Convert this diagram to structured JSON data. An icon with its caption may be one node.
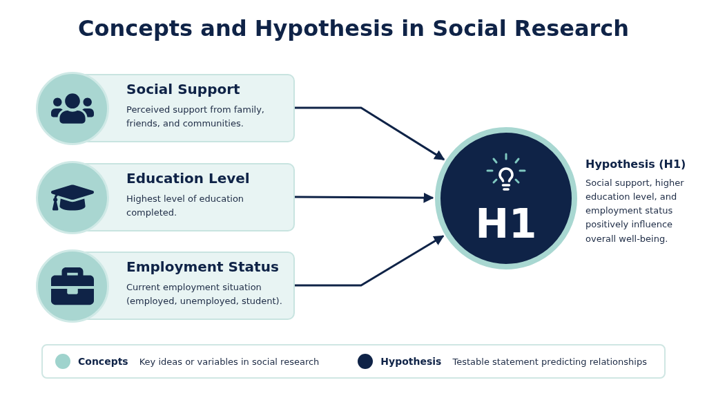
{
  "diagram": {
    "title": "Concepts and Hypothesis in Social Research",
    "nodes": [
      {
        "text": [
          "Social Support",
          "Perceived support from family, friends, and communities."
        ]
      },
      {
        "text": [
          "Education Level",
          "Highest level of education completed."
        ]
      },
      {
        "text": [
          "Employment Status",
          "Current employment situation (employed, unemployed, student)."
        ]
      },
      {
        "text": [
          "H1"
        ],
        "beside": [
          "Hypothesis (H1)",
          "Social support, higher education level, and employment status positively influence overall well-being."
        ]
      }
    ],
    "edges": [
      {
        "from": 0,
        "to": 3,
        "arrow": "to"
      },
      {
        "from": 1,
        "to": 3,
        "arrow": "to"
      },
      {
        "from": 2,
        "to": 3,
        "arrow": "to"
      }
    ],
    "labels": [
      "Key ideas or variables in social research",
      "Testable statement predicting relationships"
    ],
    "legend": [
      {
        "text": "Concepts",
        "color": "#9fd3cd"
      },
      {
        "text": "Hypothesis",
        "color": "#0f2347"
      }
    ]
  }
}
